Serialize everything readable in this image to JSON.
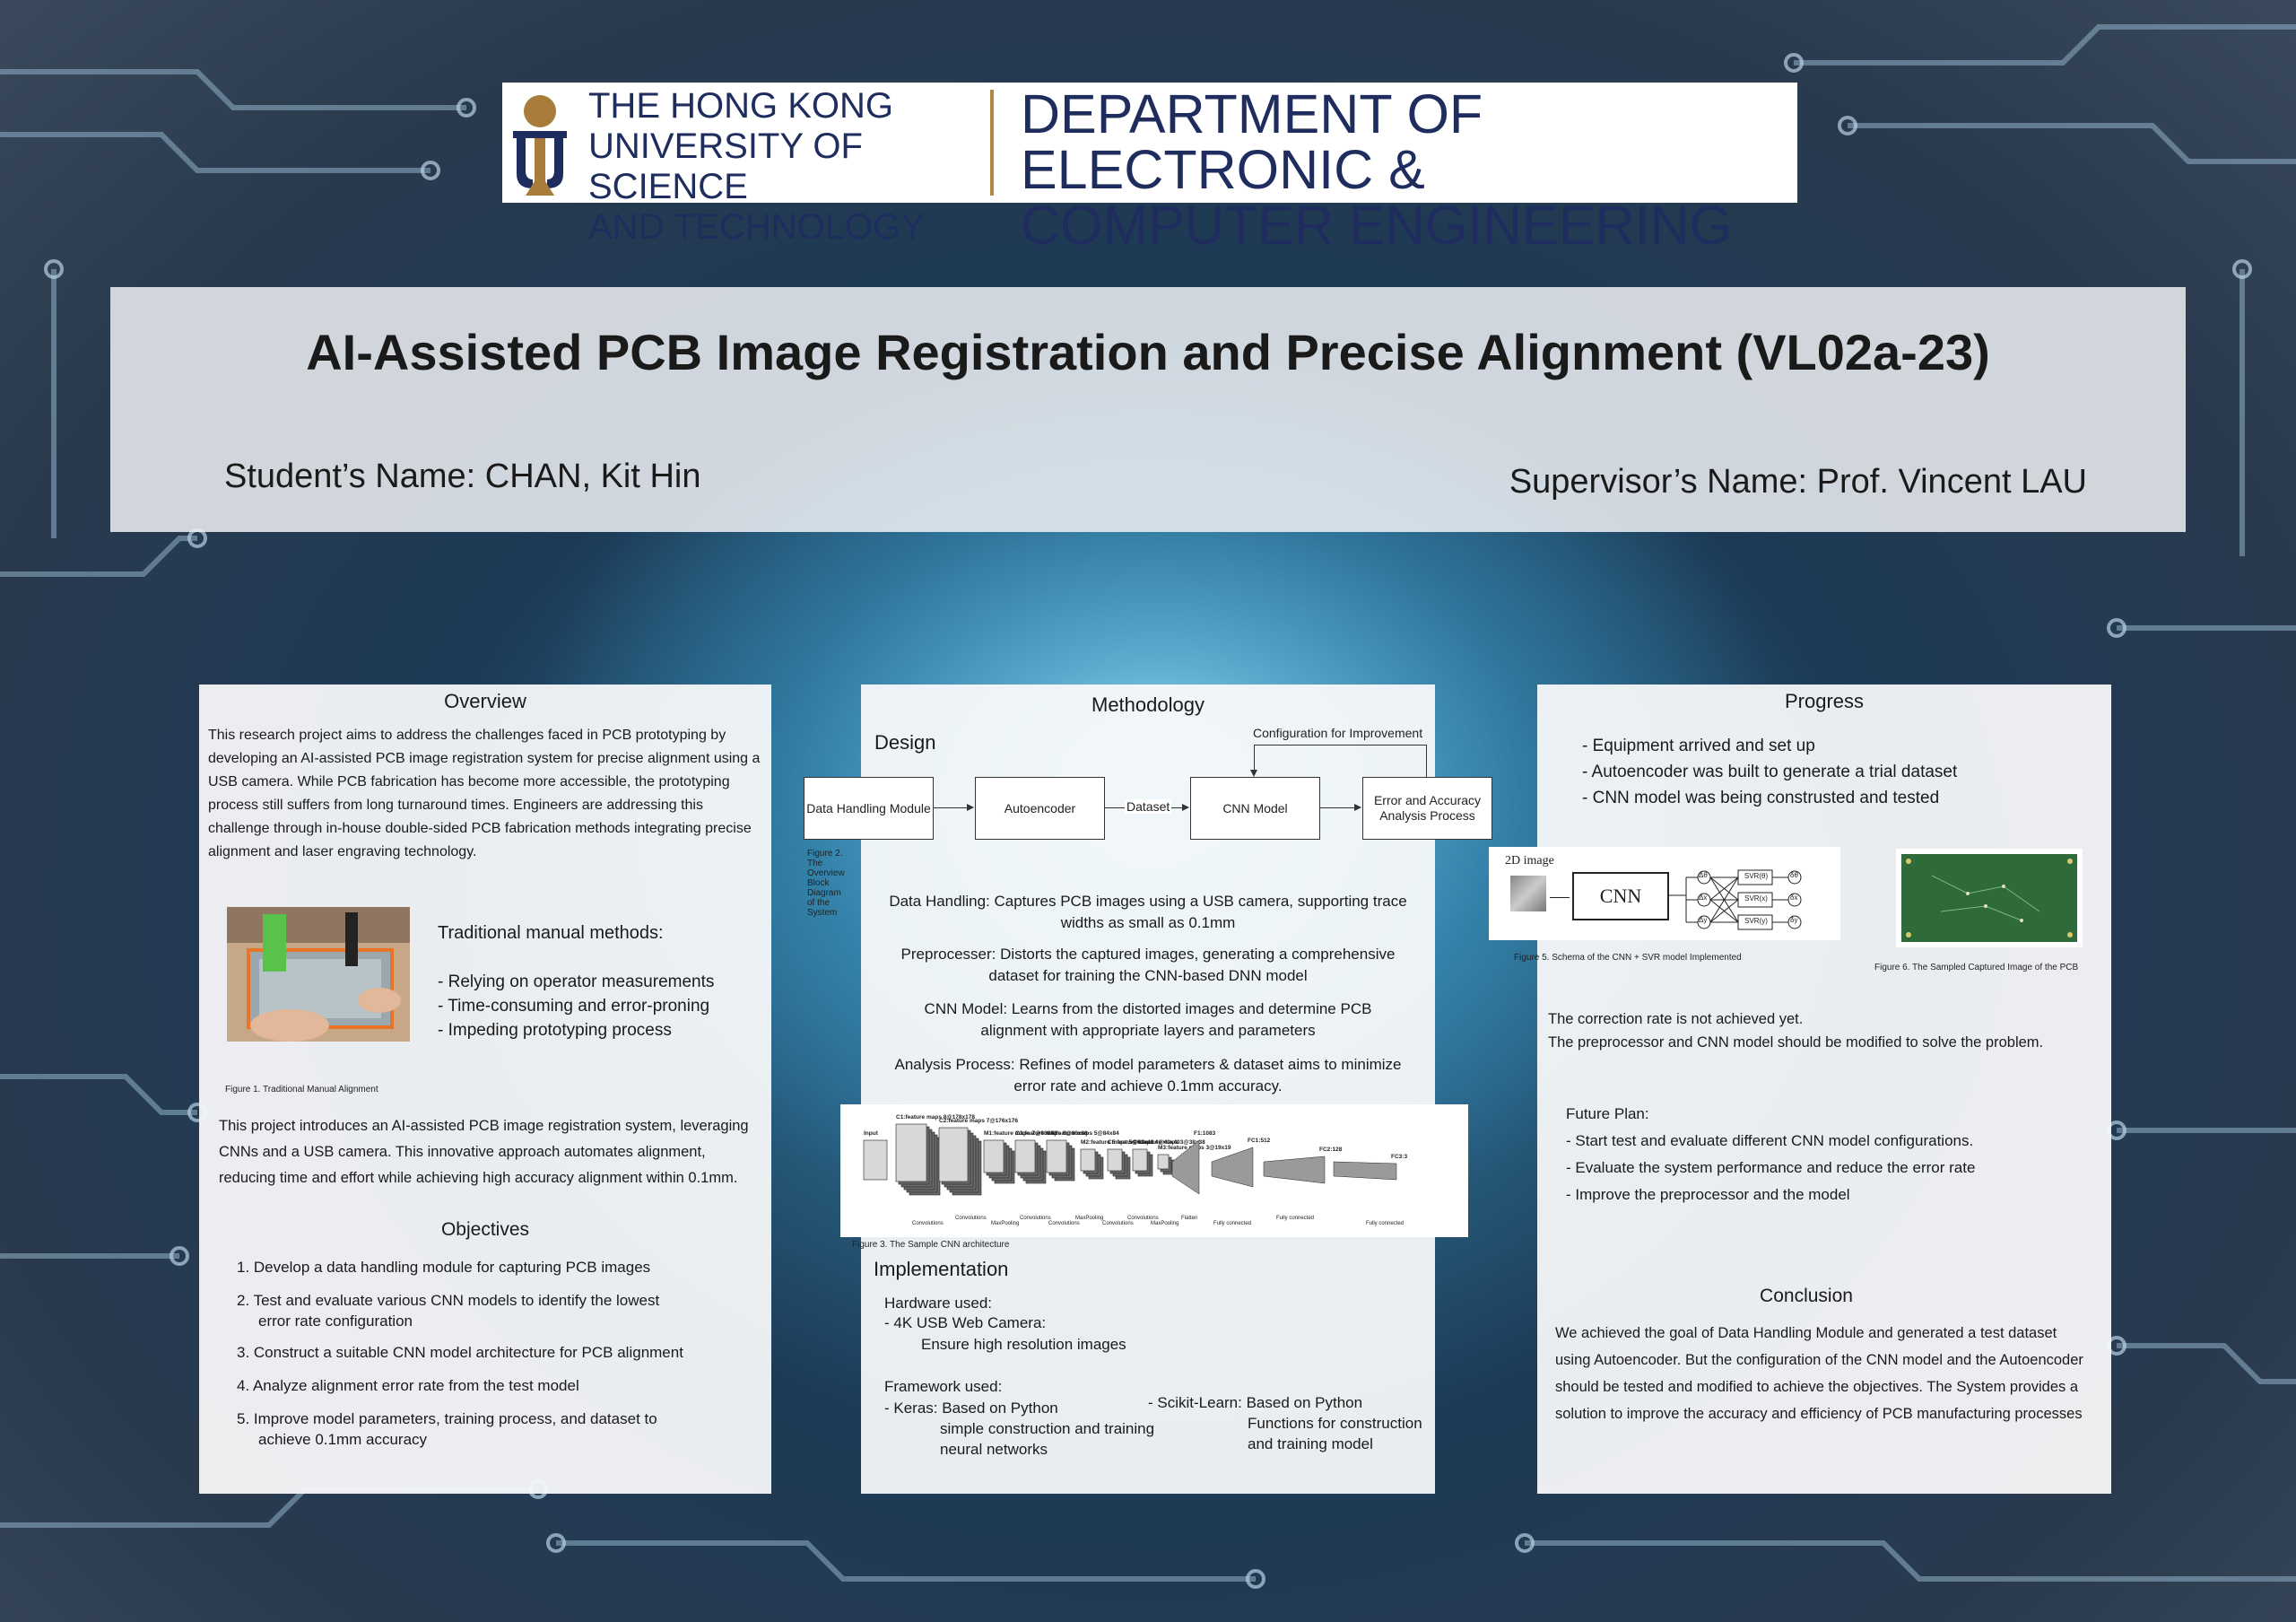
{
  "logo": {
    "university_line1": "THE HONG KONG",
    "university_line2": "UNIVERSITY OF SCIENCE",
    "university_line3": "AND TECHNOLOGY",
    "department_line1": "DEPARTMENT OF ELECTRONIC &",
    "department_line2": "COMPUTER ENGINEERING"
  },
  "header": {
    "title": "AI-Assisted PCB Image Registration and Precise Alignment (VL02a-23)",
    "student": "Student’s Name: CHAN, Kit Hin",
    "supervisor": "Supervisor’s Name: Prof. Vincent LAU"
  },
  "overview": {
    "heading": "Overview",
    "intro": "This research project aims to address the challenges faced in PCB prototyping by developing an AI-assisted PCB image registration system for precise alignment using a USB camera. While PCB fabrication has become more accessible, the prototyping process still suffers from long turnaround times. Engineers are addressing this challenge through in-house double-sided PCB fabrication methods integrating precise alignment and laser engraving technology.",
    "traditional_title": "Traditional manual methods:",
    "traditional_items": [
      "- Relying on operator measurements",
      "- Time-consuming and error-proning",
      "- Impeding prototyping process"
    ],
    "figure1_caption": "Figure 1. Traditional Manual Alignment",
    "project_text": "This project introduces an AI-assisted PCB image registration system, leveraging CNNs and a USB camera. This innovative approach automates alignment, reducing time and effort while achieving high accuracy alignment within 0.1mm.",
    "objectives_heading": "Objectives",
    "objectives": [
      "1. Develop a data handling module for capturing PCB images",
      "2. Test and evaluate various CNN models to identify the lowest",
      "error rate configuration",
      "3. Construct a suitable CNN model architecture for PCB alignment",
      "4. Analyze alignment error rate from the test model",
      "5. Improve model parameters, training process, and dataset to",
      "achieve 0.1mm accuracy"
    ]
  },
  "methodology": {
    "heading": "Methodology",
    "design_label": "Design",
    "config_label": "Configuration for Improvement",
    "blocks": [
      "Data Handling Module",
      "Autoencoder",
      "CNN Model",
      "Error and Accuracy Analysis Process"
    ],
    "dataset_label": "Dataset",
    "figure2_caption": "Figure 2. The Overview Block Diagram of the System",
    "descriptions": [
      {
        "line1": "Data Handling: Captures PCB images using a USB camera, supporting trace",
        "line2": "widths as small as 0.1mm"
      },
      {
        "line1": "Preprocesser: Distorts the captured images, generating a comprehensive",
        "line2": "dataset for training the CNN-based DNN model"
      },
      {
        "line1": "CNN Model: Learns from the distorted images and determine PCB",
        "line2": "alignment with appropriate layers and parameters"
      },
      {
        "line1": "Analysis Process: Refines of model parameters & dataset aims to minimize",
        "line2": "error rate and achieve 0.1mm accuracy."
      }
    ],
    "figure3_caption": "Figure 3. The Sample CNN architecture",
    "cnn_labels": [
      "Input",
      "C1:feature maps 8@178x178",
      "C2:feature maps 7@176x176",
      "M1:feature maps 7@88x88",
      "C3:feature maps 6@86x86",
      "C4:feature maps 5@84x84",
      "M2:feature maps 5@42x42",
      "C5:feature maps 4@40x40",
      "C6:feature maps 3@38x38",
      "M3:feature maps 3@19x19",
      "F1:1083",
      "FC1:512",
      "FC2:128",
      "FC3:3"
    ],
    "cnn_ops": [
      "Convolutions",
      "Convolutions",
      "MaxPooling",
      "Convolutions",
      "Convolutions",
      "MaxPooling",
      "Convolutions",
      "Convolutions",
      "MaxPooling",
      "Flatten",
      "Fully connected",
      "Fully connected",
      "Fully connected"
    ],
    "implementation_heading": "Implementation",
    "hardware_label": "Hardware used:",
    "hardware_item": "- 4K USB Web Camera:",
    "hardware_detail": "Ensure high resolution images",
    "framework_label": "Framework used:",
    "keras_line1": "- Keras: Based on Python",
    "keras_line2": "simple construction and training",
    "keras_line3": "neural networks",
    "sklearn_line1": "- Scikit-Learn: Based on Python",
    "sklearn_line2": "Functions for construction",
    "sklearn_line3": "and training model"
  },
  "progress": {
    "heading": "Progress",
    "items": [
      "- Equipment arrived and set up",
      "- Autoencoder was built to generate a trial dataset",
      "- CNN model was being construsted and tested"
    ],
    "schema_input": "2D image",
    "schema_cnn": "CNN",
    "schema_deltas": [
      "Δθ",
      "Δx",
      "Δy"
    ],
    "schema_svr": [
      "SVR(θ)",
      "SVR(x)",
      "SVR(y)"
    ],
    "schema_outputs": [
      "δθ",
      "δx",
      "δy"
    ],
    "figure5_caption": "Figure 5. Schema of the CNN + SVR model Implemented",
    "figure6_caption": "Figure 6. The Sampled Captured Image of the PCB",
    "result_line1": "The correction rate is not achieved yet.",
    "result_line2": "The preprocessor and CNN model should be modified to solve the problem.",
    "future_title": "Future Plan:",
    "future_items": [
      "- Start test and evaluate different CNN model configurations.",
      "- Evaluate the system performance and reduce the error rate",
      "- Improve the preprocessor and the model"
    ],
    "conclusion_heading": "Conclusion",
    "conclusion_text": "We achieved the goal of Data Handling Module and generated a test dataset using Autoencoder. But the configuration of the CNN model and the Autoencoder should be tested and modified to achieve the objectives. The System provides a solution to improve the accuracy and efficiency of PCB manufacturing processes"
  }
}
